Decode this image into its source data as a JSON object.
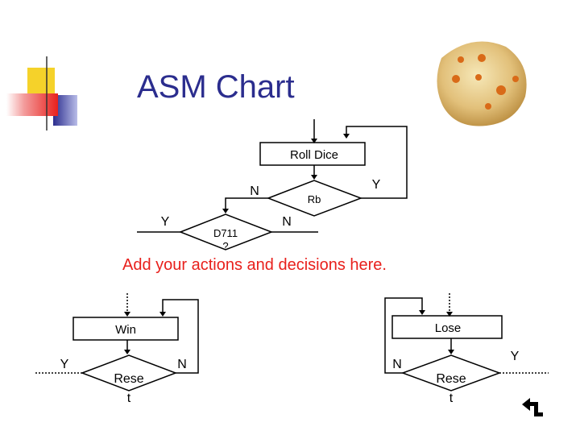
{
  "slide": {
    "title": "ASM Chart",
    "note": "Add your actions and decisions here.",
    "accent_blue": "#2b2d8e",
    "accent_red": "#e8201c",
    "deco_yellow": "#f5d22a",
    "icon": "return-arrow-icon"
  },
  "main_chart": {
    "state_box": "Roll Dice",
    "decision_rb": "Rb",
    "rb_yes": "Y",
    "rb_no": "N",
    "decision_d711_line1": "D711",
    "decision_d711_line2": "?",
    "d711_yes": "Y",
    "d711_no": "N"
  },
  "win_chart": {
    "state_box": "Win",
    "decision_line1": "Rese",
    "decision_line2": "t",
    "yes": "Y",
    "no": "N"
  },
  "lose_chart": {
    "state_box": "Lose",
    "decision_line1": "Rese",
    "decision_line2": "t",
    "yes": "Y",
    "no": "N"
  }
}
